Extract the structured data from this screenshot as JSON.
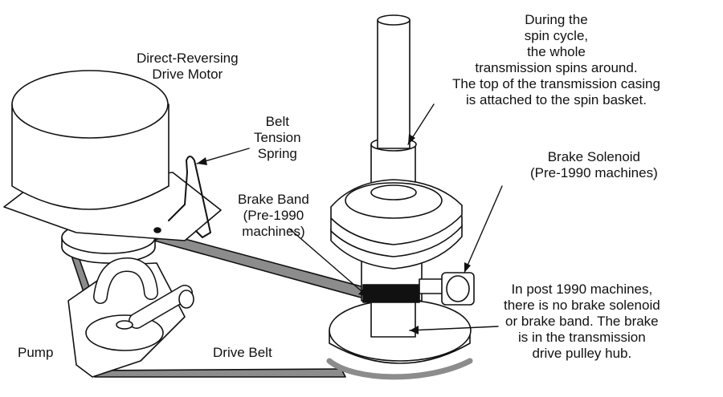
{
  "labels": {
    "motor": [
      "Direct-Reversing",
      "Drive Motor"
    ],
    "belt_spring": [
      "Belt",
      "Tension",
      "Spring"
    ],
    "brake_band": [
      "Brake Band",
      "(Pre-1990",
      "machines)"
    ],
    "spin_cycle": [
      "During the",
      "spin cycle,",
      "the whole",
      "transmission spins around.",
      "The top of the transmission casing",
      "is attached to the spin basket."
    ],
    "brake_solenoid": [
      "Brake Solenoid",
      "(Pre-1990 machines)"
    ],
    "post_1990": [
      "In post 1990 machines,",
      "there is no brake solenoid",
      "or brake band. The brake",
      "is in the transmission",
      "drive pulley hub."
    ],
    "pump": "Pump",
    "drive_belt": "Drive Belt"
  },
  "colors": {
    "line": "#111111",
    "belt": "#8c8c8c",
    "band": "#111111",
    "fill": "#ffffff"
  }
}
